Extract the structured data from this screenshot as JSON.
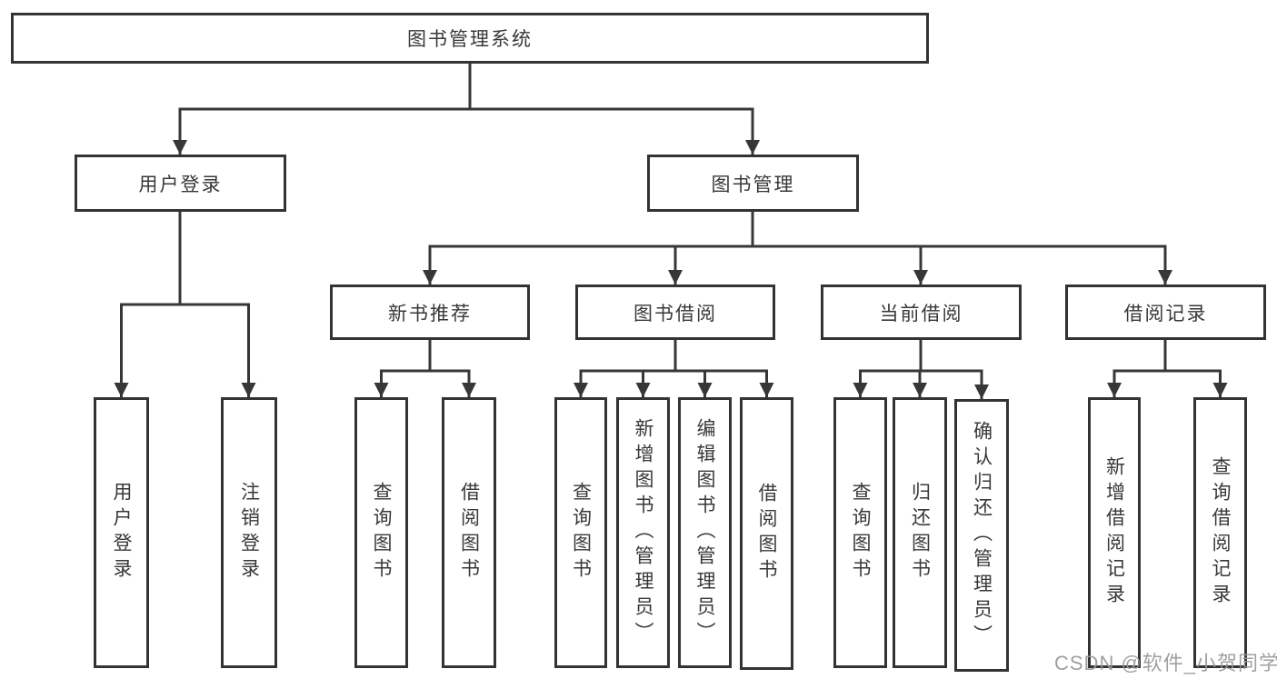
{
  "diagram": {
    "root": {
      "label": "图书管理系统",
      "children": [
        {
          "label": "用户登录",
          "children": [
            {
              "label": "用户登录"
            },
            {
              "label": "注销登录"
            }
          ]
        },
        {
          "label": "图书管理",
          "children": [
            {
              "label": "新书推荐",
              "children": [
                {
                  "label": "查询图书"
                },
                {
                  "label": "借阅图书"
                }
              ]
            },
            {
              "label": "图书借阅",
              "children": [
                {
                  "label": "查询图书"
                },
                {
                  "label": "新增图书（管理员）"
                },
                {
                  "label": "编辑图书（管理员）"
                },
                {
                  "label": "借阅图书"
                }
              ]
            },
            {
              "label": "当前借阅",
              "children": [
                {
                  "label": "查询图书"
                },
                {
                  "label": "归还图书"
                },
                {
                  "label": "确认归还（管理员）"
                }
              ]
            },
            {
              "label": "借阅记录",
              "children": [
                {
                  "label": "新增借阅记录"
                },
                {
                  "label": "查询借阅记录"
                }
              ]
            }
          ]
        }
      ]
    }
  },
  "watermark": {
    "text": "CSDN @软件_小贺同学"
  },
  "colors": {
    "line": "#373737",
    "box_border": "#333333",
    "text": "#383838",
    "watermark": "#989898",
    "background": "#ffffff"
  }
}
